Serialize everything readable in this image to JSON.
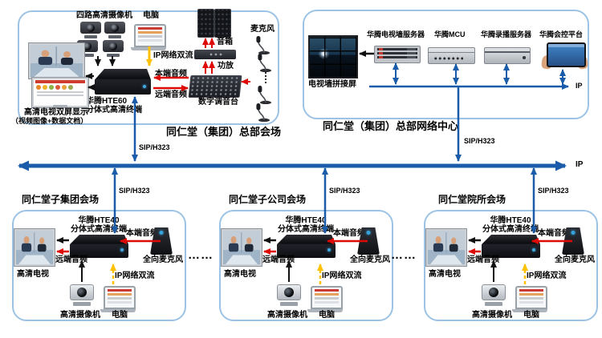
{
  "backbone": {
    "ip_label": "IP"
  },
  "hq": {
    "title": "同仁堂（集团）总部会场",
    "sip_label": "SIP/H323",
    "cameras_label": "四路高清摄像机",
    "pc_label": "电脑",
    "ip_dual_label": "IP网络双流",
    "speakers_label": "音箱",
    "amp_label": "功放",
    "mic_label": "麦克风",
    "local_audio_label": "本端音频",
    "remote_audio_label": "远端音频",
    "mixer_label": "数字调音台",
    "terminal_name": "华腾HTE60",
    "terminal_type": "分体式高清终端",
    "tv_label_1": "高清电视双屏显示",
    "tv_label_2": "（视频图像+数据文档）"
  },
  "noc": {
    "title": "同仁堂（集团）总部网络中心",
    "sip_label": "SIP/H323",
    "wall_label": "电视墙拼接屏",
    "wall_server_label": "华腾电视墙服务器",
    "mcu_label": "华腾MCU",
    "record_server_label": "华腾录播服务器",
    "control_label": "华腾会控平台",
    "ip_label": "IP"
  },
  "sites": {
    "common": {
      "sip_label": "SIP/H323",
      "terminal_name": "华腾HTE40",
      "terminal_type": "分体式高清终端",
      "local_audio_label": "本端音频",
      "remote_audio_label": "远端音频",
      "omni_mic_label": "全向麦克风",
      "tv_label": "高清电视",
      "ip_dual_label": "IP网络双流",
      "camera_label": "高清摄像机",
      "pc_label": "电脑"
    },
    "list": [
      {
        "title": "同仁堂子集团会场"
      },
      {
        "title": "同仁堂子公司会场"
      },
      {
        "title": "同仁堂院所会场"
      }
    ],
    "ellipsis": "……"
  },
  "colors": {
    "line_blue": "#1b5caa",
    "arrow_red": "#dd0a06",
    "arrow_yellow": "#ffc000",
    "zone_border": "#9cc3e5"
  }
}
